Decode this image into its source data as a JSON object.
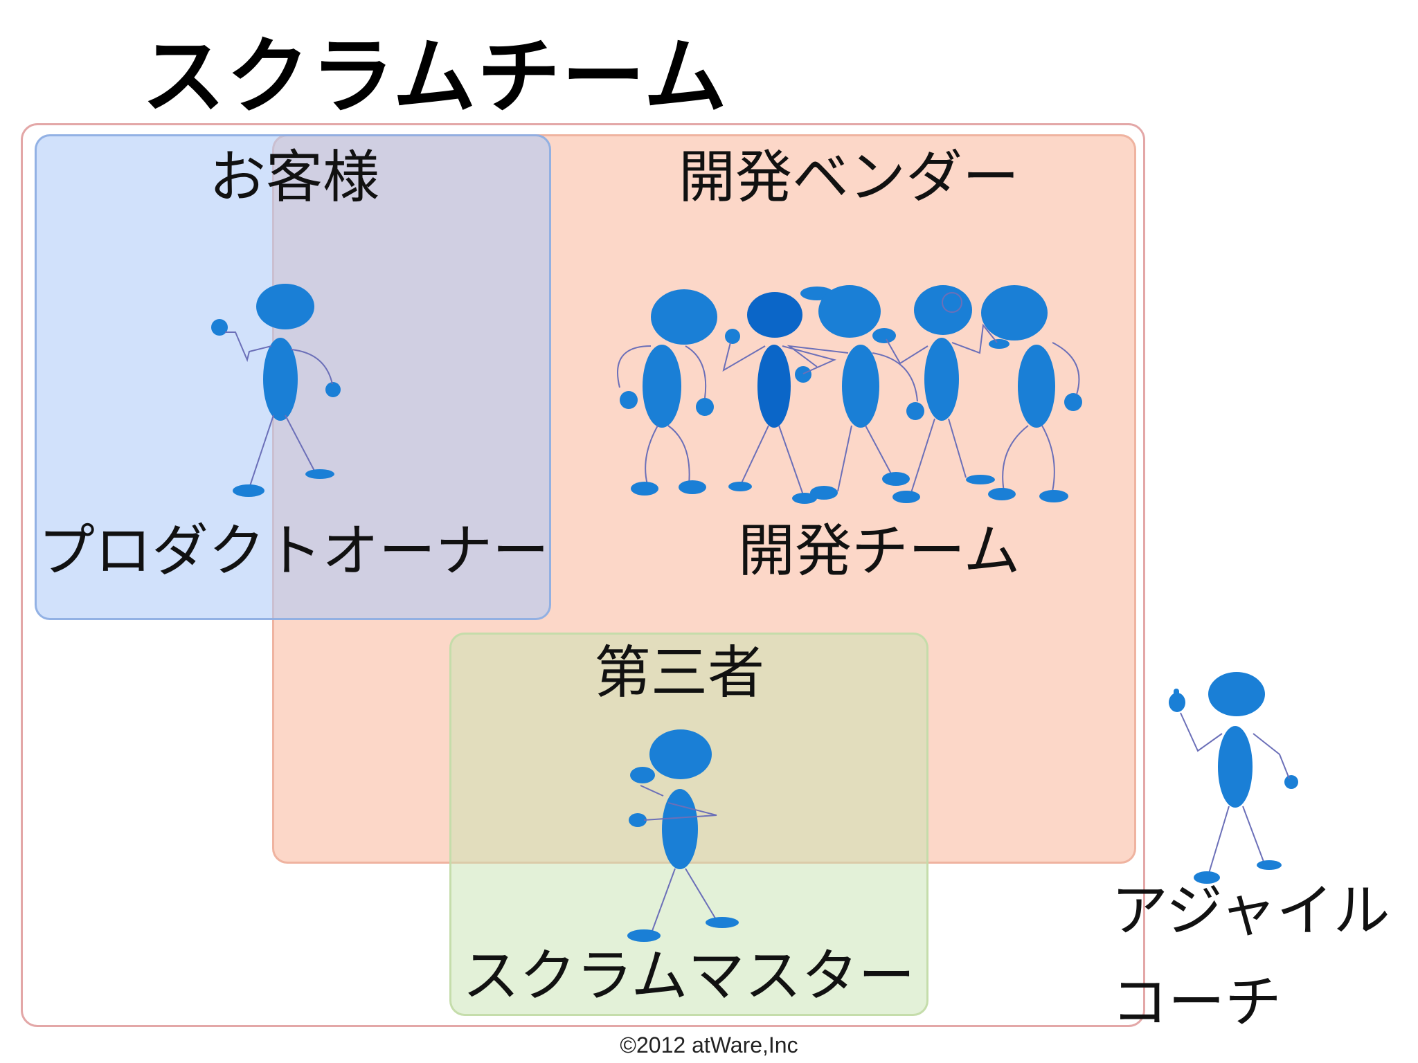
{
  "title": "スクラムチーム",
  "groups": {
    "customer": "お客様",
    "vendor": "開発ベンダー",
    "third_party": "第三者"
  },
  "roles": {
    "product_owner": "プロダクトオーナー",
    "dev_team": "開発チーム",
    "scrum_master": "スクラムマスター",
    "agile_coach_line1": "アジャイル",
    "agile_coach_line2": "コーチ"
  },
  "footer": {
    "copyright": "©2012 atWare,Inc"
  },
  "colors": {
    "figure_blue": "#1a7fd6",
    "customer_fill": "#b6ceF6",
    "vendor_fill": "#f9c9b3",
    "third_party_fill": "#dfeccf",
    "outer_border": "#e3a7a7"
  }
}
